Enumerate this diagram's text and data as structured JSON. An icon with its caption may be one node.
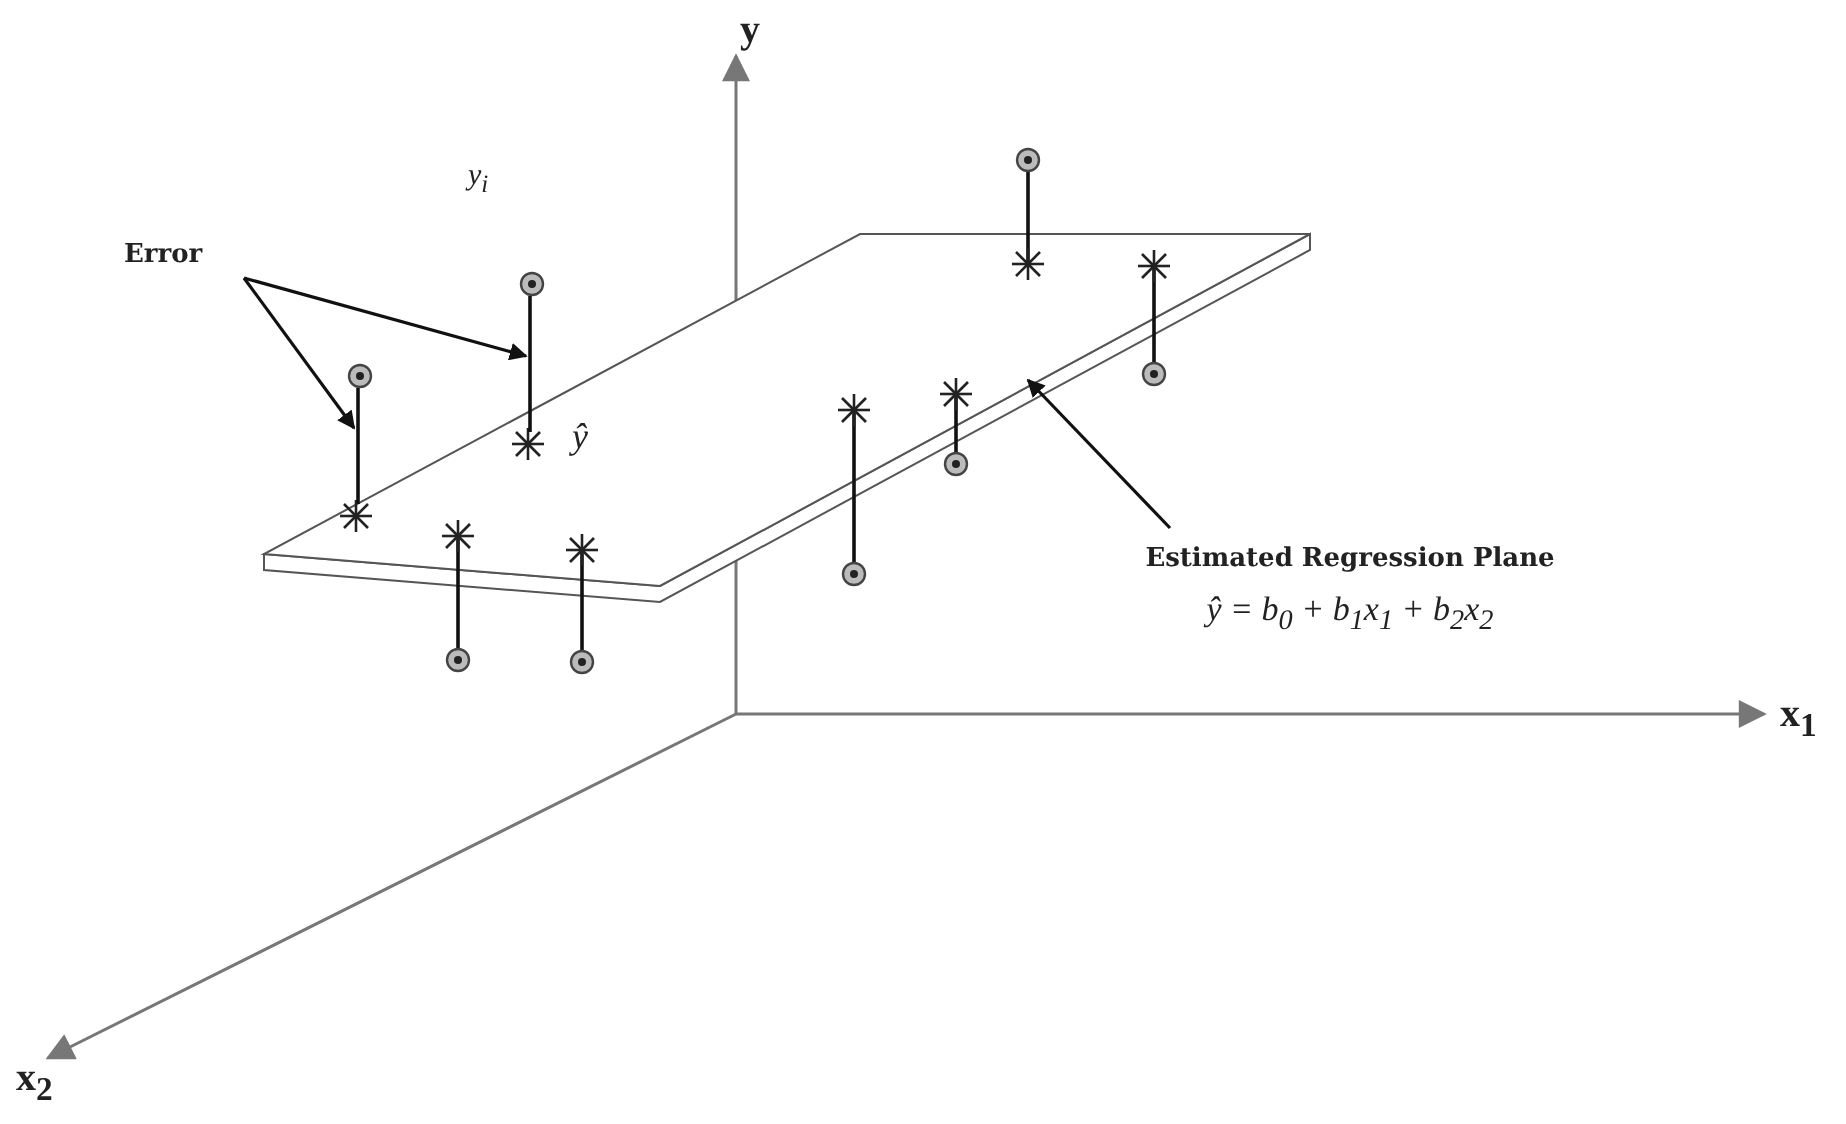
{
  "diagram": {
    "nodes": [
      {
        "text": [
          "Error"
        ]
      },
      {
        "text": [],
        "shape": "bar"
      },
      {
        "text": [],
        "shape": "bar"
      },
      {
        "text": [
          "Estimated Regression Plane",
          "ŷ = b$_{0}$ + b$_{1}$x$_{1}$ + b$_{2}$x$_{2}$"
        ]
      },
      {
        "text": [],
        "shape": "box"
      }
    ],
    "edges": [
      {
        "from": 0,
        "to": 1,
        "arrow": "to"
      },
      {
        "from": 0,
        "to": 2,
        "arrow": "to"
      },
      {
        "from": 3,
        "to": 4,
        "arrow": "to"
      }
    ],
    "labels": [
      "y",
      "x$_{1}$",
      "x$_{2}$",
      "y$_{i}$",
      "ŷ"
    ]
  }
}
